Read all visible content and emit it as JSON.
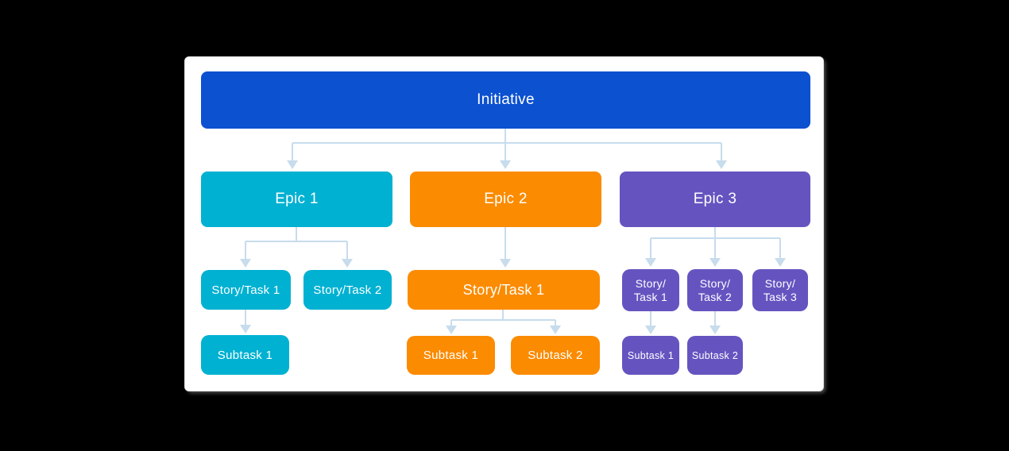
{
  "page": {
    "background_color": "#000000",
    "card_background_color": "#ffffff"
  },
  "diagram": {
    "connector_color": "#c7dcec",
    "root": {
      "label": "Initiative",
      "color": "#0b51d0"
    },
    "columns": [
      {
        "epic": {
          "label": "Epic 1"
        },
        "color": "#00b1d2",
        "stories": [
          {
            "label": "Story/Task 1"
          },
          {
            "label": "Story/Task 2"
          }
        ],
        "subtasks": [
          {
            "label": "Subtask 1"
          }
        ]
      },
      {
        "epic": {
          "label": "Epic 2"
        },
        "color": "#fb8b00",
        "stories": [
          {
            "label": "Story/Task 1"
          }
        ],
        "subtasks": [
          {
            "label": "Subtask 1"
          },
          {
            "label": "Subtask 2"
          }
        ]
      },
      {
        "epic": {
          "label": "Epic 3"
        },
        "color": "#6554c0",
        "stories": [
          {
            "label": "Story/\nTask 1"
          },
          {
            "label": "Story/\nTask 2"
          },
          {
            "label": "Story/\nTask 3"
          }
        ],
        "subtasks": [
          {
            "label": "Subtask 1"
          },
          {
            "label": "Subtask 2"
          }
        ]
      }
    ]
  }
}
